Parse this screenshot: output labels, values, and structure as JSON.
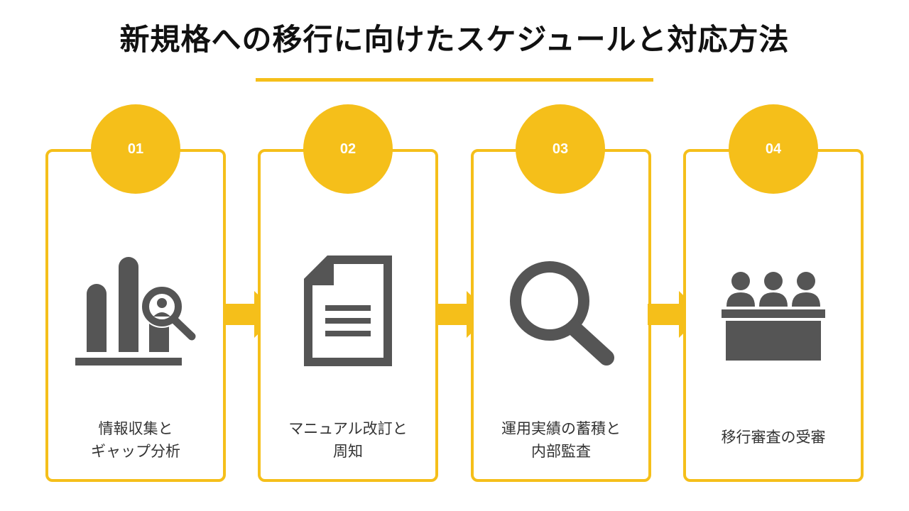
{
  "title": "新規格への移行に向けたスケジュールと対応方法",
  "colors": {
    "accent": "#f5bf1a",
    "icon": "#555555",
    "text": "#333333"
  },
  "steps": [
    {
      "number": "01",
      "line1": "情報収集と",
      "line2": "ギャップ分析",
      "icon": "bar-chart-magnifier-icon"
    },
    {
      "number": "02",
      "line1": "マニュアル改訂と",
      "line2": "周知",
      "icon": "document-icon"
    },
    {
      "number": "03",
      "line1": "運用実績の蓄積と",
      "line2": "内部監査",
      "icon": "magnifier-icon"
    },
    {
      "number": "04",
      "line1": "移行審査の受審",
      "icon": "audit-panel-icon"
    }
  ]
}
